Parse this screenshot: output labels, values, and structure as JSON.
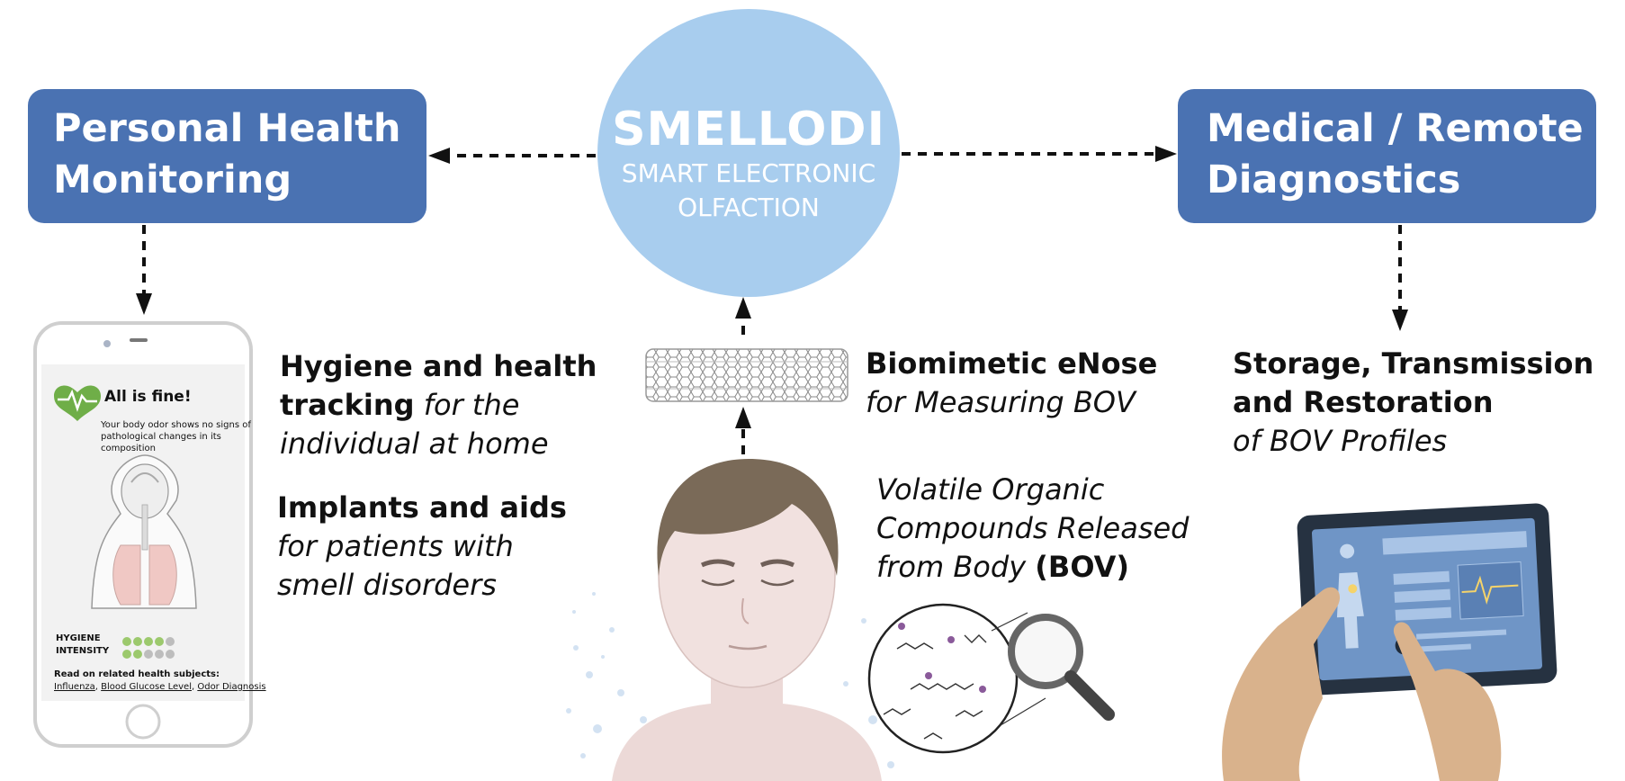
{
  "left_box": {
    "line1": "Personal Health",
    "line2": "Monitoring"
  },
  "right_box": {
    "line1": "Medical / Remote",
    "line2": "Diagnostics"
  },
  "hub": {
    "title": "SMELLODI",
    "sub1": "SMART ELECTRONIC",
    "sub2": "OLFACTION"
  },
  "hygiene": {
    "bold1": "Hygiene and health",
    "bold2": "tracking",
    "ital2": " for the",
    "ital3": "individual at home"
  },
  "implants": {
    "bold1": "Implants and aids",
    "ital2": "for patients with",
    "ital3": "smell disorders"
  },
  "enose": {
    "bold1": "Biomimetic eNose",
    "ital2": "for Measuring BOV"
  },
  "storage": {
    "bold1": "Storage, Transmission",
    "bold2": "and Restoration",
    "ital3": "of BOV Profiles"
  },
  "voc": {
    "ital1": "Volatile Organic",
    "ital2": "Compounds Released",
    "ital3": "from Body ",
    "bold3": "(BOV)"
  },
  "phone": {
    "status_title": "All is fine!",
    "status_desc1": "Your body odor shows no signs of",
    "status_desc2": "pathological changes in its",
    "status_desc3": "composition",
    "hygiene_label1": "HYGIENE",
    "hygiene_label2": "INTENSITY",
    "read_on": "Read on related health subjects:",
    "link1": "Influenza",
    "link2": "Blood Glucose Level",
    "link3": "Odor Diagnosis",
    "sep": ", "
  },
  "colors": {
    "box_blue": "#4a72b2",
    "hub_blue": "#a8cdee",
    "heart_green": "#6fae48"
  }
}
